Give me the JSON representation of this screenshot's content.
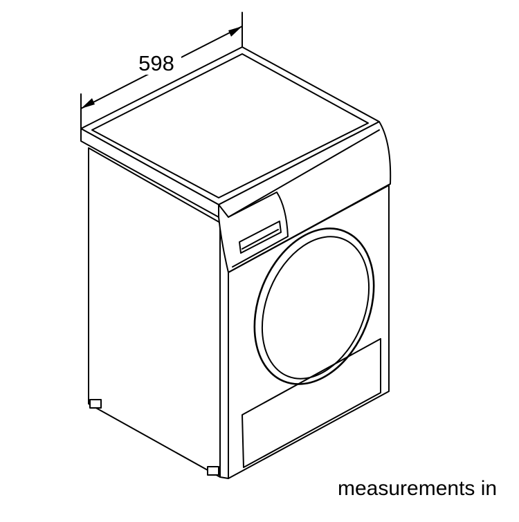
{
  "dimension": {
    "width_value": "598"
  },
  "caption": {
    "text": "measurements in"
  },
  "appliance": {
    "icon": "tumble-dryer-line-drawing"
  }
}
